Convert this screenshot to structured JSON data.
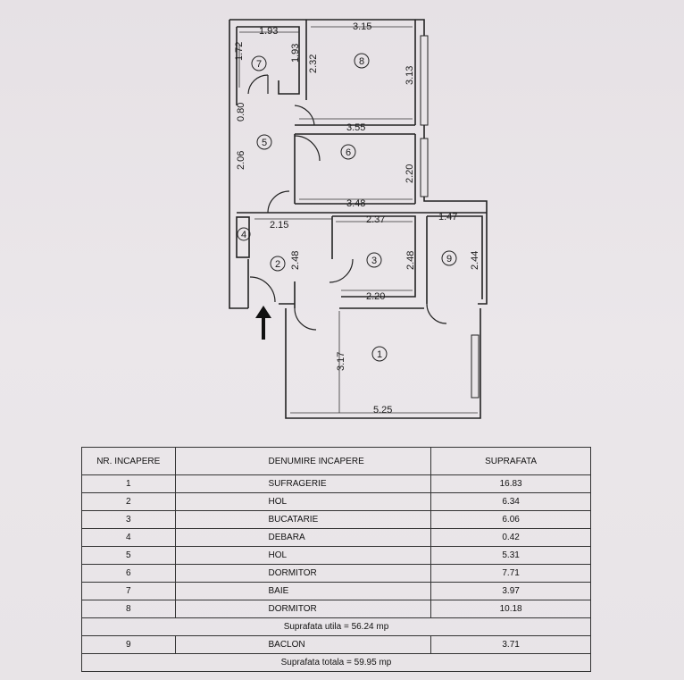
{
  "plan": {
    "dimensions": {
      "d1_93": "1.93",
      "d3_15": "3.15",
      "d1_72": "1.72",
      "d1_93b": "1.93",
      "d2_32": "2.32",
      "d3_13": "3.13",
      "d0_80": "0.80",
      "d3_55": "3.55",
      "d2_06": "2.06",
      "d2_20a": "2.20",
      "d3_48": "3.48",
      "d2_15": "2.15",
      "d2_37": "2.37",
      "d1_47": "1.47",
      "d2_48a": "2.48",
      "d2_48b": "2.48",
      "d2_44": "2.44",
      "d2_20b": "2.20",
      "d3_17": "3.17",
      "d5_25": "5.25"
    },
    "rooms": [
      "1",
      "2",
      "3",
      "4",
      "5",
      "6",
      "7",
      "8",
      "9"
    ]
  },
  "table": {
    "headers": {
      "nr": "NR. INCAPERE",
      "name": "DENUMIRE INCAPERE",
      "area": "SUPRAFATA"
    },
    "rows": [
      {
        "nr": "1",
        "name": "SUFRAGERIE",
        "area": "16.83"
      },
      {
        "nr": "2",
        "name": "HOL",
        "area": "6.34"
      },
      {
        "nr": "3",
        "name": "BUCATARIE",
        "area": "6.06"
      },
      {
        "nr": "4",
        "name": "DEBARA",
        "area": "0.42"
      },
      {
        "nr": "5",
        "name": "HOL",
        "area": "5.31"
      },
      {
        "nr": "6",
        "name": "DORMITOR",
        "area": "7.71"
      },
      {
        "nr": "7",
        "name": "BAIE",
        "area": "3.97"
      },
      {
        "nr": "8",
        "name": "DORMITOR",
        "area": "10.18"
      }
    ],
    "useful_area": "Suprafata utila = 56.24 mp",
    "balcony": {
      "nr": "9",
      "name": "BACLON",
      "area": "3.71"
    },
    "total_area": "Suprafata totala = 59.95 mp"
  }
}
